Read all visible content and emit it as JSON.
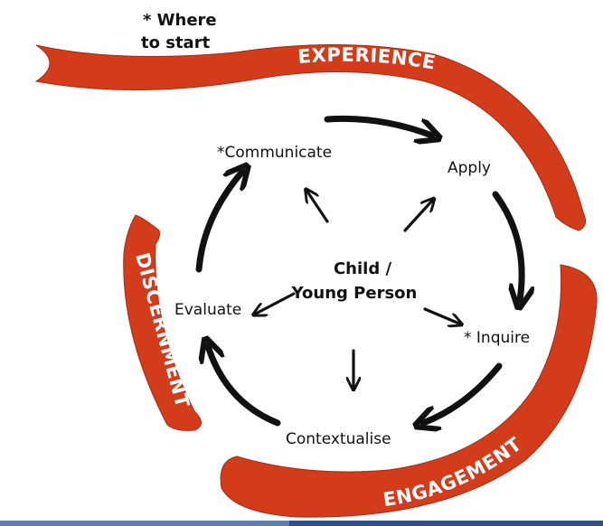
{
  "where_to_start": {
    "line1": "* Where",
    "line2": "to start"
  },
  "bands": {
    "experience": "EXPERIENCE",
    "engagement": "ENGAGEMENT",
    "discernment": "DISCERNMENT"
  },
  "nodes": {
    "communicate": "*Communicate",
    "apply": "Apply",
    "inquire": "* Inquire",
    "contextualise": "Contextualise",
    "evaluate": "Evaluate"
  },
  "center": {
    "line1": "Child /",
    "line2": "Young Person"
  },
  "colors": {
    "band": "#d23c1b",
    "arrows": "#111111",
    "text": "#111111"
  }
}
